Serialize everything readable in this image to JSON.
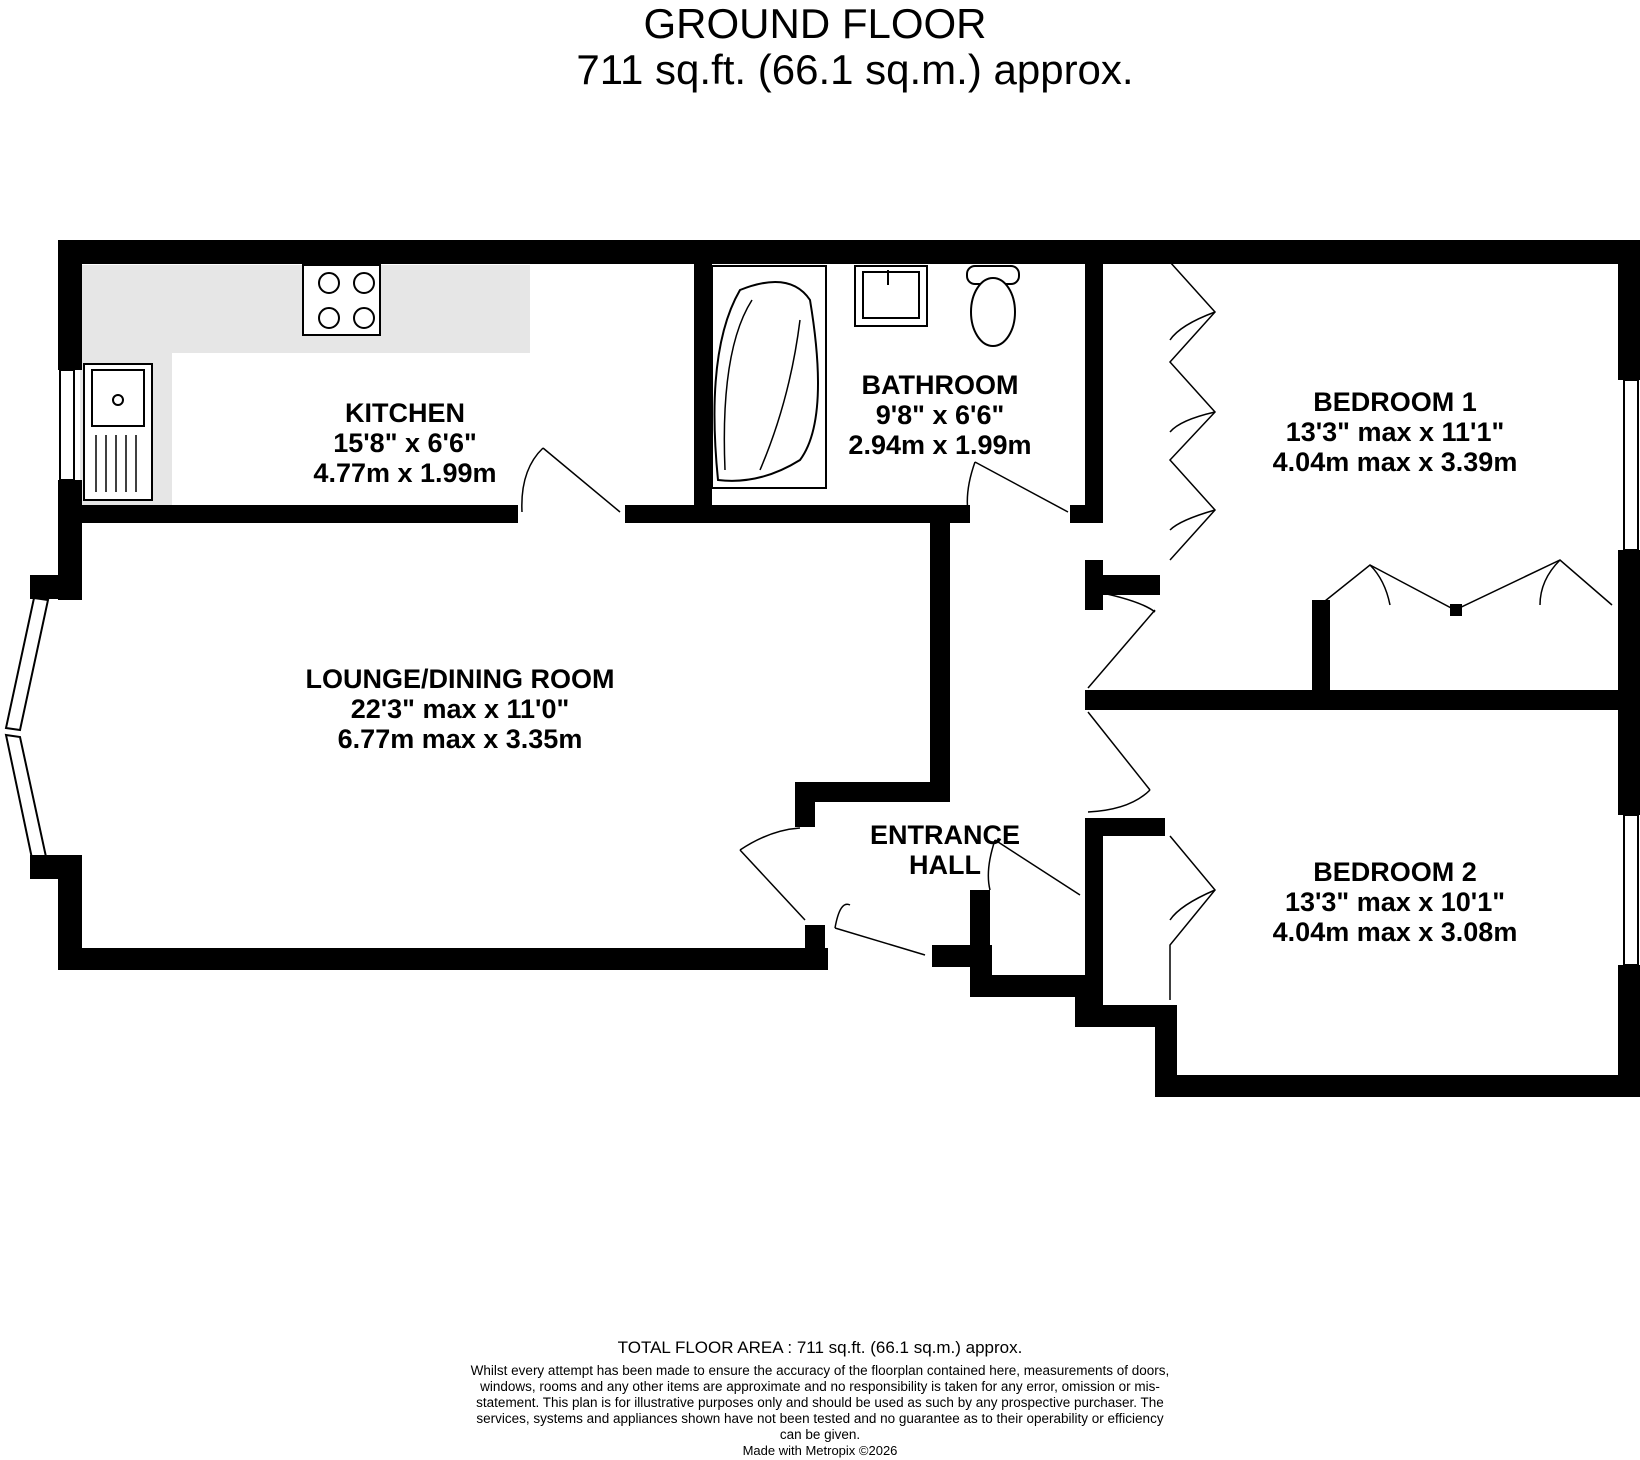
{
  "header": {
    "floor_name": "GROUND FLOOR",
    "floor_area": "711 sq.ft. (66.1 sq.m.) approx."
  },
  "rooms": {
    "kitchen": {
      "name": "KITCHEN",
      "imperial": "15'8\"  x 6'6\"",
      "metric": "4.77m  x 1.99m"
    },
    "bathroom": {
      "name": "BATHROOM",
      "imperial": "9'8\"  x 6'6\"",
      "metric": "2.94m  x 1.99m"
    },
    "bedroom1": {
      "name": "BEDROOM 1",
      "imperial": "13'3\" max x 11'1\"",
      "metric": "4.04m max x 3.39m"
    },
    "lounge": {
      "name": "LOUNGE/DINING ROOM",
      "imperial": "22'3\" max x 11'0\"",
      "metric": "6.77m max x 3.35m"
    },
    "hall": {
      "name_line1": "ENTRANCE",
      "name_line2": "HALL"
    },
    "bedroom2": {
      "name": "BEDROOM 2",
      "imperial": "13'3\" max x 10'1\"",
      "metric": "4.04m max x 3.08m"
    }
  },
  "footer": {
    "total": "TOTAL FLOOR AREA : 711 sq.ft. (66.1 sq.m.) approx.",
    "disclaimer": "Whilst every attempt has been made to ensure the accuracy of the floorplan contained here, measurements of doors, windows, rooms and any other items are approximate and no responsibility is taken for any error, omission or mis-statement. This plan is for illustrative purposes only and should be used as such by any prospective purchaser. The services, systems and appliances shown have not been tested and no guarantee as to their operability or efficiency can be given.",
    "credit": "Made with Metropix ©2026"
  },
  "colors": {
    "wall": "#000000",
    "counter": "#e6e6e6",
    "background": "#ffffff"
  }
}
